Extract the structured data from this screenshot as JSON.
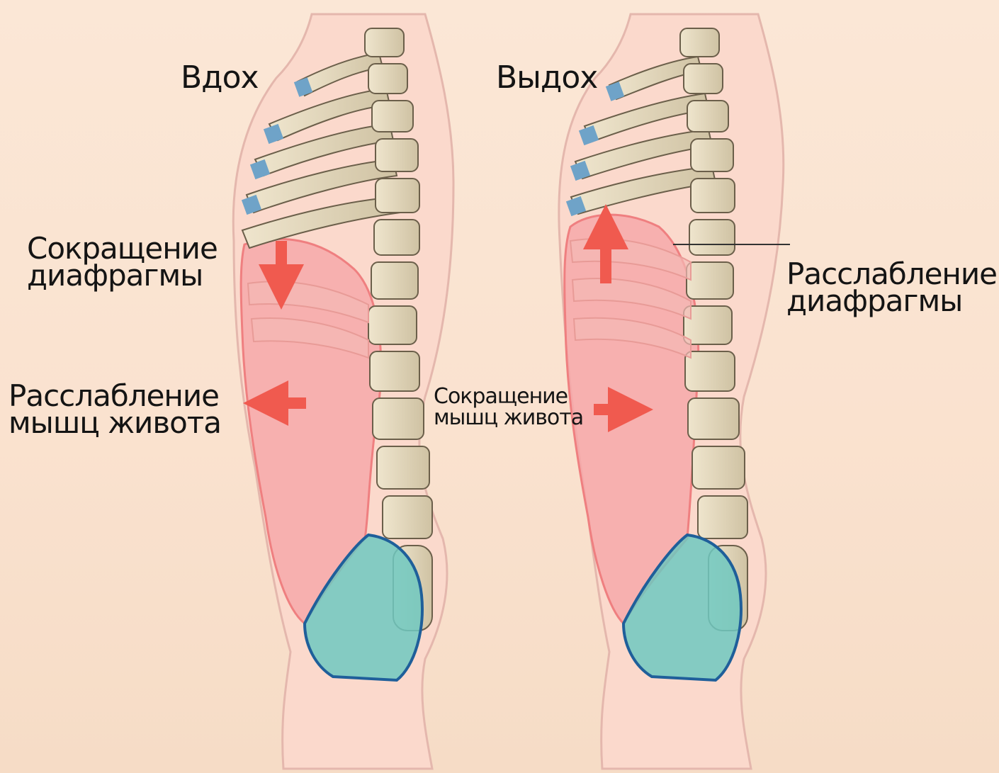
{
  "labels": {
    "inhale_title": "Вдох",
    "exhale_title": "Выдох",
    "diaphragm_contraction": [
      "Сокращение",
      "диафрагмы"
    ],
    "abdominal_relaxation": [
      "Расслабление",
      "мышц живота"
    ],
    "abdominal_contraction": [
      "Сокращение",
      "мышц живота"
    ],
    "diaphragm_relaxation": [
      "Расслабление",
      "диафрагмы"
    ]
  },
  "colors": {
    "abdomen_fill": "#f6a5a8",
    "abdomen_outline": "#ef7f80",
    "arrow": "#f05a4f",
    "bone": "#e8dcc1",
    "bone_outline": "#6b5f4a",
    "cartilage": "#6fa3c8",
    "pelvis_fill": "#6fc8c0",
    "pelvis_outline": "#1f5f9a",
    "body_outline": "#e4b7ad"
  }
}
